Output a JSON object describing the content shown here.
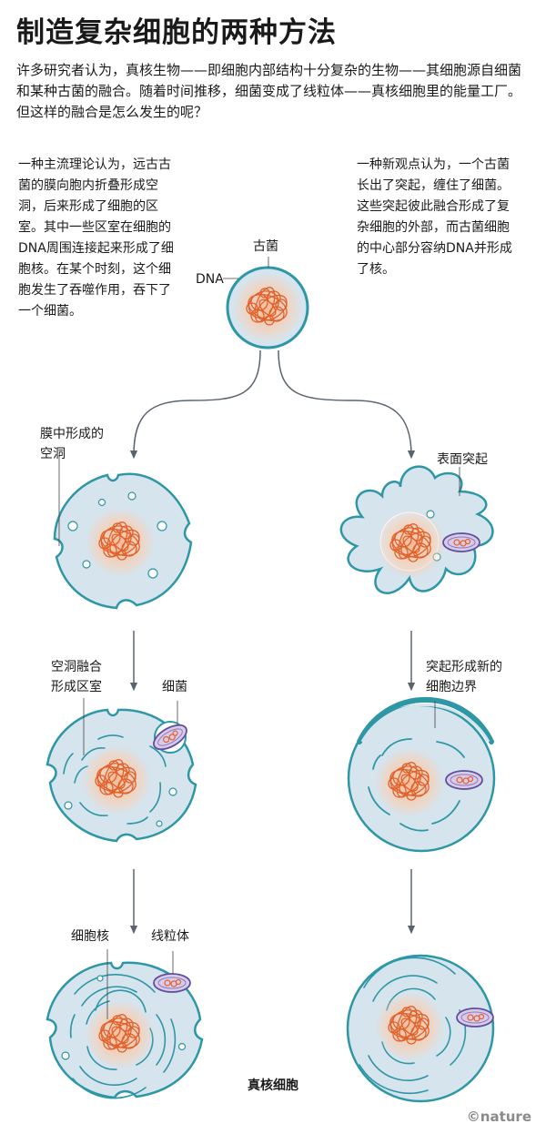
{
  "title": "制造复杂细胞的两种方法",
  "intro": "许多研究者认为，真核生物——即细胞内部结构十分复杂的生物——其细胞源自细菌和某种古菌的融合。随着时间推移，细菌变成了线粒体——真核细胞里的能量工厂。但这样的融合是怎么发生的呢？",
  "left_paragraph": "一种主流理论认为，远古古菌的膜向胞内折叠形成空洞，后来形成了细胞的区室。其中一些区室在细胞的DNA周围连接起来形成了细胞核。在某个时刻，这个细胞发生了吞噬作用，吞下了一个细菌。",
  "right_paragraph": "一种新观点认为，一个古菌长出了突起，缠住了细菌。这些突起彼此融合形成了复杂细胞的外部，而古菌细胞的中心部分容纳DNA并形成了核。",
  "labels": {
    "archaea": "古菌",
    "dna": "DNA",
    "cavity_line1": "膜中形成的",
    "cavity_line2": "空洞",
    "protrusion": "表面突起",
    "compartment_line1": "空洞融合",
    "compartment_line2": "形成区室",
    "bacterium": "细菌",
    "boundary_line1": "突起形成新的",
    "boundary_line2": "细胞边界",
    "nucleus": "细胞核",
    "mitochondrion": "线粒体",
    "eukaryote": "真核细胞"
  },
  "credit": "©nature",
  "colors": {
    "cell_fill": "#d6e4ee",
    "cell_stroke": "#2d97a6",
    "dna": "#e2612a",
    "dna_glow": "#f6b894",
    "bacterium_fill": "#d9cbe8",
    "bacterium_stroke": "#5f4f9c",
    "arrow": "#5a6470"
  }
}
